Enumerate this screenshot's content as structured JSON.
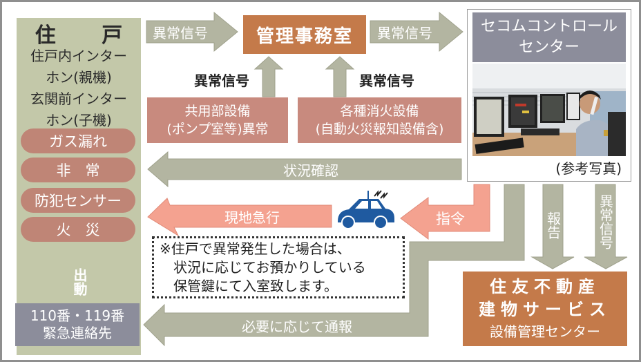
{
  "unit": {
    "title": "住 戸",
    "desc_lines": [
      "住戸内インター",
      "ホン(親機)",
      "玄関前インター",
      "ホン(子機)"
    ],
    "sensors": [
      "ガス漏れ",
      "非　常",
      "防犯センサー",
      "火　災"
    ]
  },
  "emergency": {
    "lines": [
      "110番・119番",
      "緊急連絡先"
    ],
    "dispatch_label": "出動"
  },
  "office": {
    "title": "管理事務室"
  },
  "sources": [
    {
      "lines": [
        "共用部設備",
        "(ポンプ室等)異常"
      ],
      "signal_label": "異常信号"
    },
    {
      "lines": [
        "各種消火設備",
        "(自動火災報知設備含)"
      ],
      "signal_label": "異常信号"
    }
  ],
  "arrows": {
    "unit_to_office": "異常信号",
    "office_to_control": "異常信号",
    "status_check": "状況確認",
    "rush_to_site": "現地急行",
    "command": "指令",
    "report_if_needed": "必要に応じて通報",
    "report": "報告",
    "abnormal_signal_vertical": "異常信号"
  },
  "control_center": {
    "title_lines": [
      "セコムコントロール",
      "センター"
    ],
    "photo_caption": "(参考写真)"
  },
  "facility_center": {
    "lines": [
      "住友不動産",
      "建物サービス",
      "設備管理センター"
    ]
  },
  "note": {
    "lines": [
      "※住戸で異常発生した場合は、",
      "　状況に応じてお預かりしている",
      "　保管鍵にて入室致します。"
    ]
  },
  "colors": {
    "gray_arrow": "#b3b5a1",
    "pink_arrow": "#f4a290",
    "unit_bg": "#c3c8a9",
    "pill": "#bf8576",
    "office": "#c47a4a",
    "slate": "#8c8d9b",
    "car": "#1f5aa0"
  }
}
